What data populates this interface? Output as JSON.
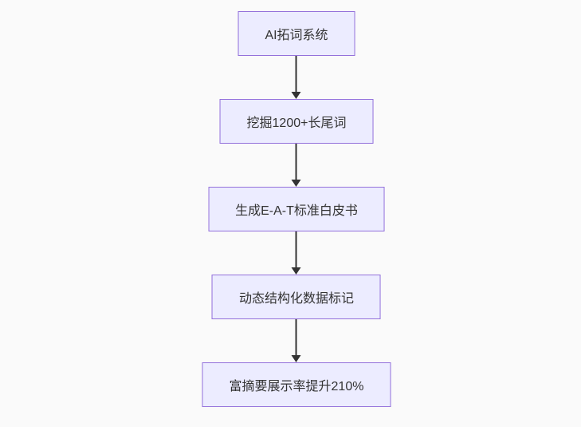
{
  "page": {
    "background_color": "#fafafa"
  },
  "diagram": {
    "type": "flowchart",
    "direction": "top-down",
    "style": {
      "node_fill": "#ECECFF",
      "node_border": "#9370DB",
      "arrow_color": "#333333",
      "text_color": "#333333"
    },
    "nodes": [
      {
        "id": "n1",
        "label": "AI拓词系统"
      },
      {
        "id": "n2",
        "label": "挖掘1200+长尾词"
      },
      {
        "id": "n3",
        "label": "生成E-A-T标准白皮书"
      },
      {
        "id": "n4",
        "label": "动态结构化数据标记"
      },
      {
        "id": "n5",
        "label": "富摘要展示率提升210%"
      }
    ],
    "edges": [
      {
        "from": "n1",
        "to": "n2"
      },
      {
        "from": "n2",
        "to": "n3"
      },
      {
        "from": "n3",
        "to": "n4"
      },
      {
        "from": "n4",
        "to": "n5"
      }
    ]
  }
}
